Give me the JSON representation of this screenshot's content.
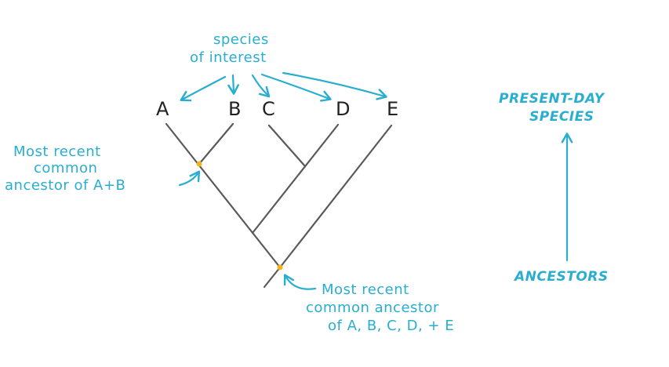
{
  "labels": {
    "species_of_interest": [
      "species",
      "of interest"
    ],
    "species": [
      "A",
      "B",
      "C",
      "D",
      "E"
    ],
    "mrca_ab": [
      "Most recent",
      "common",
      "ancestor of A+B"
    ],
    "mrca_all": [
      "Most recent",
      "common ancestor",
      "of A, B, C, D, + E"
    ],
    "present_day": [
      "PRESENT-DAY",
      "SPECIES"
    ],
    "ancestors": "ANCESTORS"
  },
  "colors": {
    "annotation": "#29aed0",
    "branch": "#5a5a5a",
    "node_marker": "#f2b41c",
    "species_label": "#222222"
  }
}
